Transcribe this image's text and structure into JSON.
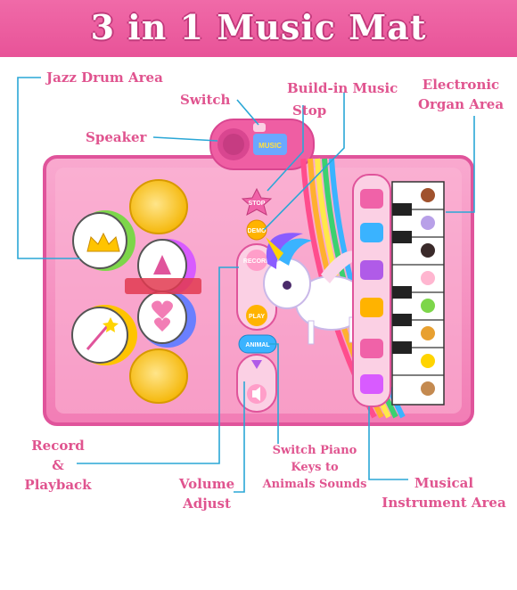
{
  "title": "3 in 1 Music Mat",
  "callouts": {
    "jazz_drum_area": "Jazz Drum Area",
    "switch": "Switch",
    "build_in_music_stop_line1": "Build-in Music",
    "build_in_music_stop_line2": "Stop",
    "electronic_organ_line1": "Electronic",
    "electronic_organ_line2": "Organ Area",
    "speaker": "Speaker",
    "record_line1": "Record",
    "record_line2": "&",
    "record_line3": "Playback",
    "volume_line1": "Volume",
    "volume_line2": "Adjust",
    "switch_piano_line1": "Switch Piano",
    "switch_piano_line2": "Keys to",
    "switch_piano_line3": "Animals Sounds",
    "musical_instrument_line1": "Musical",
    "musical_instrument_line2": "Instrument Area"
  },
  "mat_buttons": {
    "stop": "STOP",
    "demo": "DEMO",
    "record": "RECORD",
    "animal": "ANIMAL",
    "play": "PLAY"
  },
  "speaker_logo": "MUSIC",
  "colors": {
    "banner": "#e85398",
    "label_text": "#e0548f",
    "leader_line": "#2aa7d6",
    "mat_pink": "#f37fb4"
  }
}
